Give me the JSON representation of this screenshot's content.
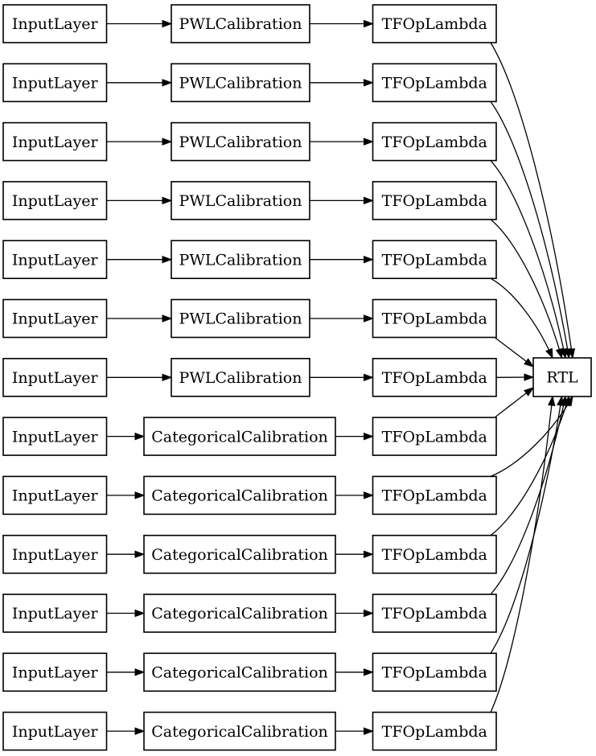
{
  "diagram": {
    "type": "model-graph",
    "background_color": "#ffffff",
    "node_fill_color": "#ffffff",
    "node_border_color": "#000000",
    "edge_color": "#000000",
    "text_color": "#000000",
    "column_kinds": [
      "input",
      "calibration",
      "lambda"
    ],
    "sink_node": {
      "label": "RTL"
    },
    "rows": [
      {
        "input": "InputLayer",
        "calibration": "PWLCalibration",
        "lambda": "TFOpLambda"
      },
      {
        "input": "InputLayer",
        "calibration": "PWLCalibration",
        "lambda": "TFOpLambda"
      },
      {
        "input": "InputLayer",
        "calibration": "PWLCalibration",
        "lambda": "TFOpLambda"
      },
      {
        "input": "InputLayer",
        "calibration": "PWLCalibration",
        "lambda": "TFOpLambda"
      },
      {
        "input": "InputLayer",
        "calibration": "PWLCalibration",
        "lambda": "TFOpLambda"
      },
      {
        "input": "InputLayer",
        "calibration": "PWLCalibration",
        "lambda": "TFOpLambda"
      },
      {
        "input": "InputLayer",
        "calibration": "PWLCalibration",
        "lambda": "TFOpLambda"
      },
      {
        "input": "InputLayer",
        "calibration": "CategoricalCalibration",
        "lambda": "TFOpLambda"
      },
      {
        "input": "InputLayer",
        "calibration": "CategoricalCalibration",
        "lambda": "TFOpLambda"
      },
      {
        "input": "InputLayer",
        "calibration": "CategoricalCalibration",
        "lambda": "TFOpLambda"
      },
      {
        "input": "InputLayer",
        "calibration": "CategoricalCalibration",
        "lambda": "TFOpLambda"
      },
      {
        "input": "InputLayer",
        "calibration": "CategoricalCalibration",
        "lambda": "TFOpLambda"
      },
      {
        "input": "InputLayer",
        "calibration": "CategoricalCalibration",
        "lambda": "TFOpLambda"
      }
    ]
  }
}
